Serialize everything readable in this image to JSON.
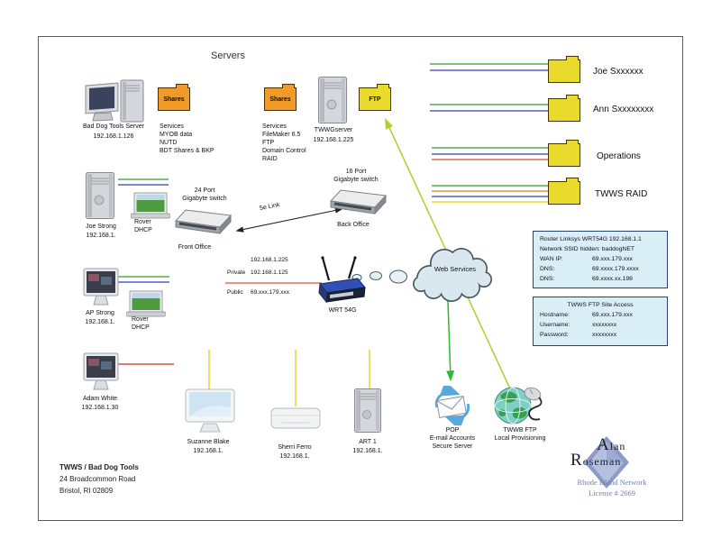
{
  "colors": {
    "line_green": "#2f9e2f",
    "line_blue": "#2f3fbf",
    "line_red": "#d94a2a",
    "line_orange": "#e07820",
    "line_yellow": "#e3cf00",
    "arrow_yellowgreen": "#b5cc2e",
    "arrow_green": "#2eb82e",
    "folder_orange": "#f09a28",
    "folder_yellow": "#e9da2b",
    "infobox_bg": "#daeef6",
    "cloud_bg": "#d9e8ee"
  },
  "title": "Servers",
  "servers": {
    "bdt": {
      "name": "Bad Dog Tools Server",
      "ip": "192.168.1.126"
    },
    "shares1": {
      "folder": "Shares",
      "items": [
        "Services",
        "MYOB data",
        "NUTD",
        "BDT Shares & BKP"
      ]
    },
    "shares2": {
      "folder": "Shares",
      "items": [
        "Services",
        "FileMaker 6.5",
        "FTP",
        "Domain Control",
        "RAID"
      ]
    },
    "twwg": {
      "name": "TWWGserver",
      "ip": "192.168.1.225"
    },
    "ftp_folder": "FTP"
  },
  "right_folders": [
    {
      "label": "Joe Sxxxxxx"
    },
    {
      "label": "Ann Sxxxxxxxx"
    },
    {
      "label": "Operations"
    },
    {
      "label": "TWWS RAID"
    }
  ],
  "workstations": {
    "joe": {
      "name": "Joe Strong",
      "ip": "192.168.1."
    },
    "rover1": {
      "name": "Rover",
      "sub": "DHCP"
    },
    "ap": {
      "name": "AP Strong",
      "ip": "192.168.1."
    },
    "rover2": {
      "name": "Rover",
      "sub": "DHCP"
    },
    "adam": {
      "name": "Adam White",
      "ip": "192.168.1.30"
    },
    "suzanne": {
      "name": "Suzanne Blake",
      "ip": "192.168.1."
    },
    "sherri": {
      "name": "Sherri Ferro",
      "ip": "192.168.1."
    },
    "art": {
      "name": "ART 1",
      "ip": "192.168.1."
    }
  },
  "switches": {
    "front": {
      "line1": "24 Port",
      "line2": "Gigabyte switch",
      "location": "Front Office"
    },
    "back": {
      "line1": "16 Port",
      "line2": "Gigabyte switch",
      "location": "Back Office"
    },
    "link_label": "5e Link"
  },
  "router": {
    "name": "WRT 54G",
    "ip_top": "192.168.1.225",
    "private_label": "Private",
    "private_ip": "192.168.1.125",
    "public_label": "Public",
    "public_ip": "69.xxx.179.xxx"
  },
  "cloud": {
    "label": "Web Services"
  },
  "internet": {
    "pop": [
      "POP",
      "E-mail Accounts",
      "Secure Server"
    ],
    "twwb": [
      "TWWB FTP",
      "Local Provisioning"
    ]
  },
  "router_box": {
    "line1": "Router Linksys WRT54G  192.168.1.1",
    "line2": "Network SSID hidden: baddogNET",
    "rows": [
      {
        "label": "WAN IP:",
        "value": "69.xxx.179.xxx"
      },
      {
        "label": "DNS:",
        "value": "69.xxxx.179.xxxx"
      },
      {
        "label": "DNS:",
        "value": "69.xxxx.xx.198"
      }
    ]
  },
  "ftp_box": {
    "title": "TWWS FTP Site Access",
    "rows": [
      {
        "label": "Hostname:",
        "value": "69.xxx.179.xxx"
      },
      {
        "label": "Username:",
        "value": "xxxxxxxx"
      },
      {
        "label": "Password:",
        "value": "xxxxxxxx"
      }
    ]
  },
  "footer": {
    "company": "TWWS / Bad Dog Tools",
    "address1": "24 Broadcommon Road",
    "address2": "Bristol, RI 02809"
  },
  "logo": {
    "first": "Alan",
    "last": "Roseman",
    "line1": "Rhode Island Network",
    "line2": "License # 2669"
  }
}
